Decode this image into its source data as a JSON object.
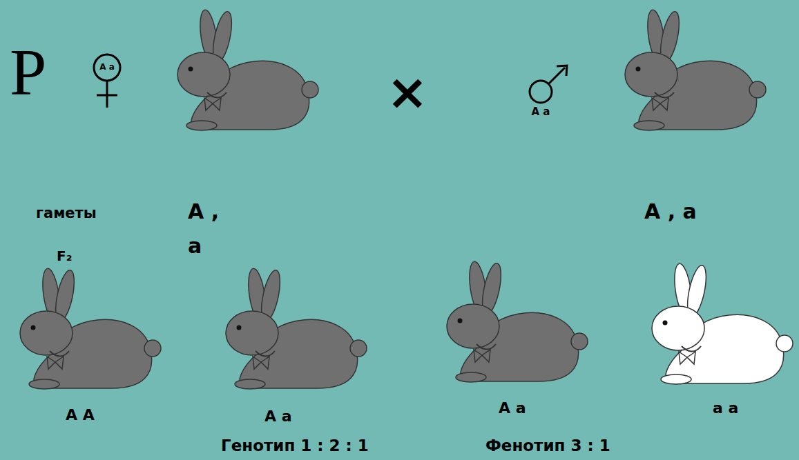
{
  "diagram": {
    "labels": [
      "P",
      "A a",
      "×",
      "A a",
      "гаметы",
      "A ,",
      "a",
      "A , a",
      "F₂",
      "A A",
      "A a",
      "A a",
      "a a",
      "Генотип 1 : 2 : 1",
      "Фенотип 3 : 1"
    ]
  }
}
